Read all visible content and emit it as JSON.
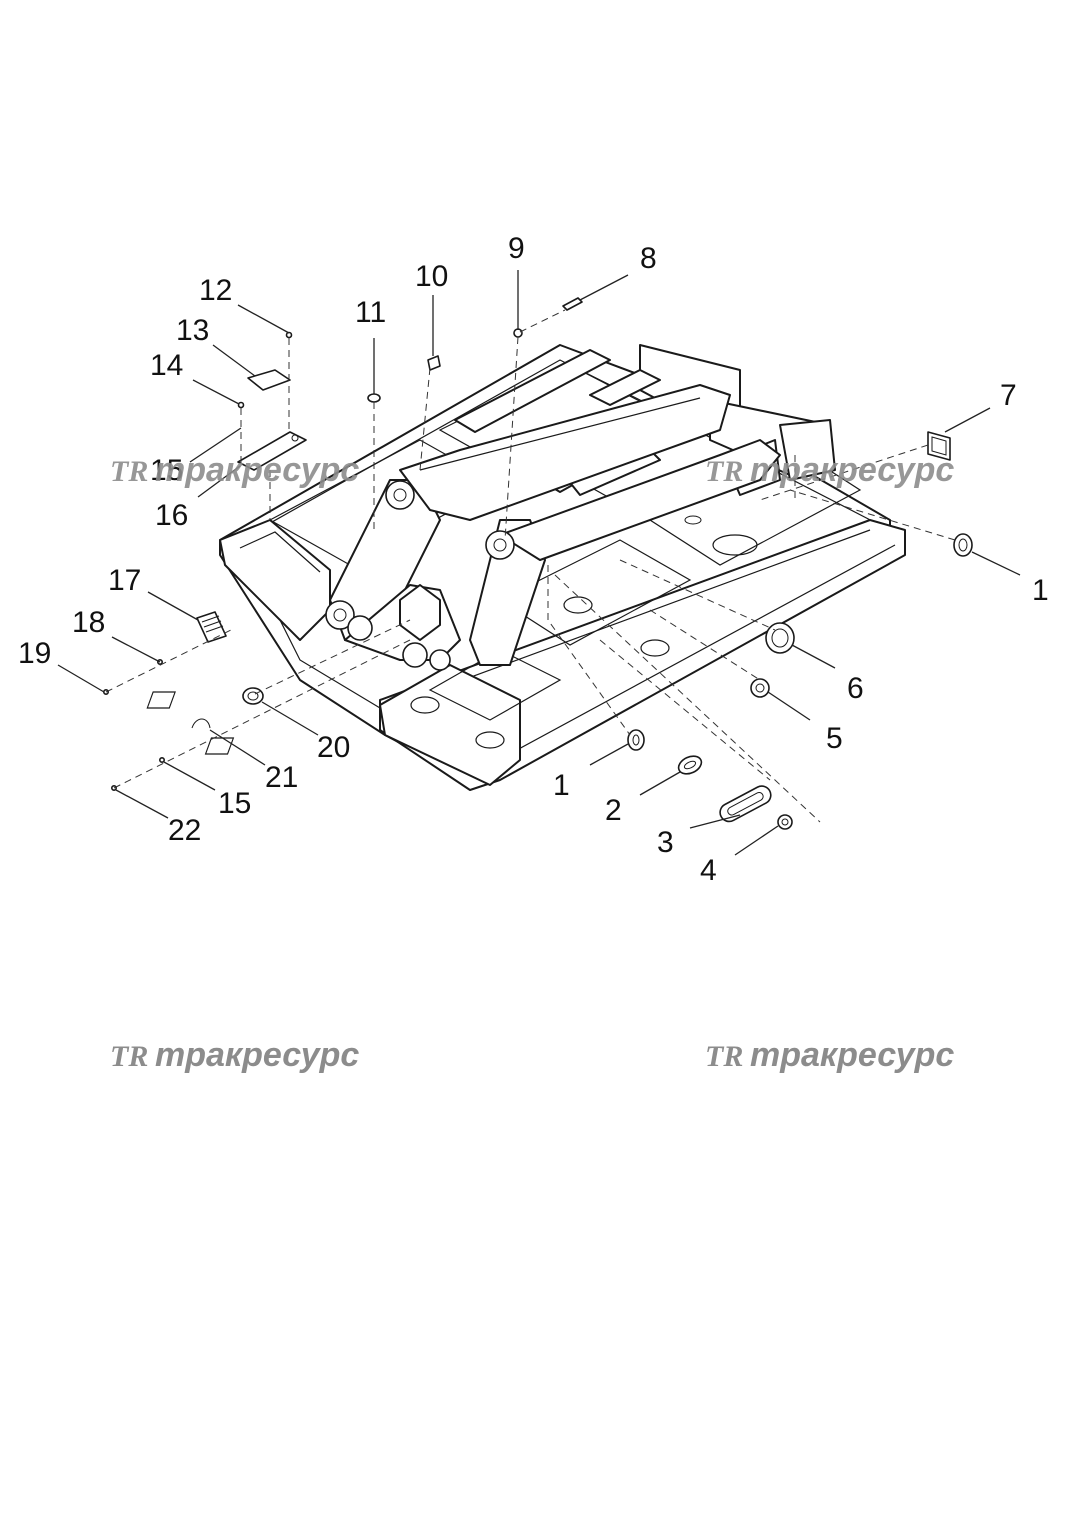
{
  "callouts": [
    {
      "id": "1a",
      "label": "1"
    },
    {
      "id": "1b",
      "label": "1"
    },
    {
      "id": "2",
      "label": "2"
    },
    {
      "id": "3",
      "label": "3"
    },
    {
      "id": "4",
      "label": "4"
    },
    {
      "id": "5",
      "label": "5"
    },
    {
      "id": "6",
      "label": "6"
    },
    {
      "id": "7",
      "label": "7"
    },
    {
      "id": "8",
      "label": "8"
    },
    {
      "id": "9",
      "label": "9"
    },
    {
      "id": "10",
      "label": "10"
    },
    {
      "id": "11",
      "label": "11"
    },
    {
      "id": "12",
      "label": "12"
    },
    {
      "id": "13",
      "label": "13"
    },
    {
      "id": "14",
      "label": "14"
    },
    {
      "id": "15a",
      "label": "15"
    },
    {
      "id": "15b",
      "label": "15"
    },
    {
      "id": "16",
      "label": "16"
    },
    {
      "id": "17",
      "label": "17"
    },
    {
      "id": "18",
      "label": "18"
    },
    {
      "id": "19",
      "label": "19"
    },
    {
      "id": "20",
      "label": "20"
    },
    {
      "id": "21",
      "label": "21"
    },
    {
      "id": "22",
      "label": "22"
    }
  ],
  "watermark": {
    "logo": "TR",
    "text": "тракресурс"
  }
}
